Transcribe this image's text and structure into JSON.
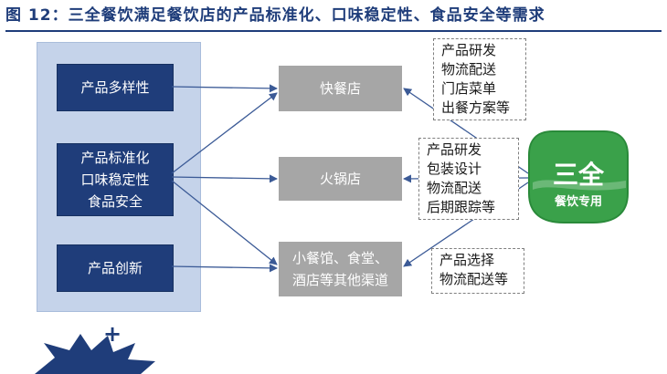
{
  "title": "图 12：三全餐饮满足餐饮店的产品标准化、口味稳定性、食品安全等需求",
  "features": [
    {
      "lines": [
        "产品多样性"
      ]
    },
    {
      "lines": [
        "产品标准化",
        "口味稳定性",
        "食品安全"
      ]
    },
    {
      "lines": [
        "产品创新"
      ]
    }
  ],
  "stores": [
    {
      "lines": [
        "快餐店"
      ]
    },
    {
      "lines": [
        "火锅店"
      ]
    },
    {
      "lines": [
        "小餐馆、食堂、",
        "酒店等其他渠道"
      ]
    }
  ],
  "services": [
    {
      "lines": [
        "产品研发",
        "物流配送",
        "门店菜单",
        "出餐方案等"
      ]
    },
    {
      "lines": [
        "产品研发",
        "包装设计",
        "物流配送",
        "后期跟踪等"
      ]
    },
    {
      "lines": [
        "产品选择",
        "物流配送等"
      ]
    }
  ],
  "logo": {
    "brand": "三全",
    "subtitle": "餐饮专用"
  },
  "plus_sign": "+",
  "colors": {
    "navy": "#1f3d7a",
    "panel": "#c5d3ea",
    "store": "#a6a6a6",
    "logo_green": "#3aa14a"
  }
}
